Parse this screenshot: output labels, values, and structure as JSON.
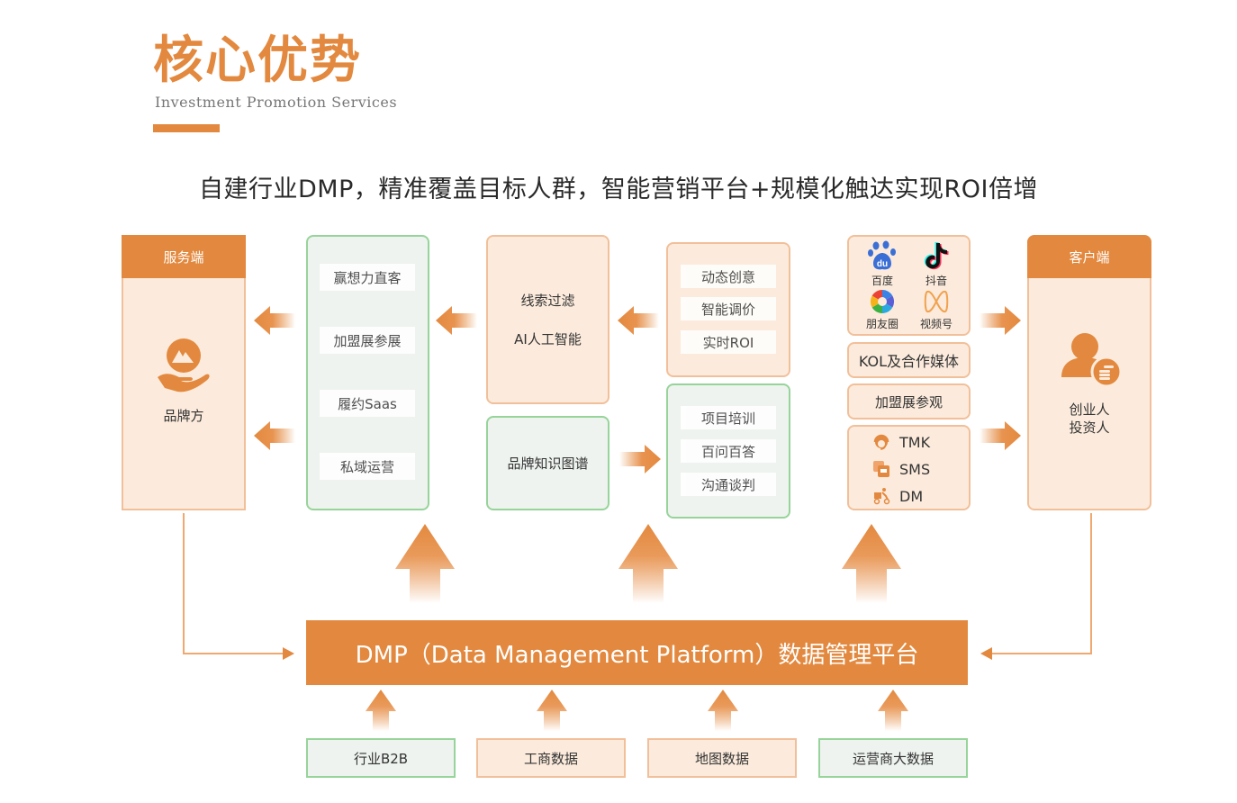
{
  "header": {
    "title": "核心优势",
    "subtitle_en": "Investment Promotion Services"
  },
  "tagline": "自建行业DMP，精准覆盖目标人群，智能营销平台+规模化触达实现ROI倍增",
  "colors": {
    "accent": "#e3893f",
    "orange_bg": "#fcebdc",
    "orange_border": "#f1c09a",
    "green_bg": "#eef3ef",
    "green_border": "#97d49a"
  },
  "service_side": {
    "header": "服务端",
    "icon": "hand-holding-brand-icon",
    "label": "品牌方"
  },
  "service_tools": [
    "赢想力直客",
    "加盟展参展",
    "履约Saas",
    "私域运营"
  ],
  "ai_box": {
    "lines": [
      "线索过滤",
      "AI人工智能"
    ]
  },
  "knowledge_box": {
    "label": "品牌知识图谱"
  },
  "marketing_features": [
    "动态创意",
    "智能调价",
    "实时ROI"
  ],
  "training_features": [
    "项目培训",
    "百问百答",
    "沟通谈判"
  ],
  "channels": {
    "platforms": [
      {
        "name": "百度",
        "icon": "baidu-icon"
      },
      {
        "name": "抖音",
        "icon": "douyin-icon"
      },
      {
        "name": "朋友圈",
        "icon": "moments-icon"
      },
      {
        "name": "视频号",
        "icon": "channels-icon"
      }
    ],
    "kol": "KOL及合作媒体",
    "expo": "加盟展参观",
    "direct": [
      {
        "name": "TMK",
        "icon": "headset-icon"
      },
      {
        "name": "SMS",
        "icon": "message-icon"
      },
      {
        "name": "DM",
        "icon": "delivery-icon"
      }
    ]
  },
  "client_side": {
    "header": "客户端",
    "icon": "investor-icon",
    "label_lines": [
      "创业人",
      "投资人"
    ]
  },
  "dmp": {
    "label": "DMP（Data Management Platform）数据管理平台"
  },
  "data_sources": [
    {
      "label": "行业B2B",
      "style": "green"
    },
    {
      "label": "工商数据",
      "style": "orange"
    },
    {
      "label": "地图数据",
      "style": "orange"
    },
    {
      "label": "运营商大数据",
      "style": "green"
    }
  ]
}
